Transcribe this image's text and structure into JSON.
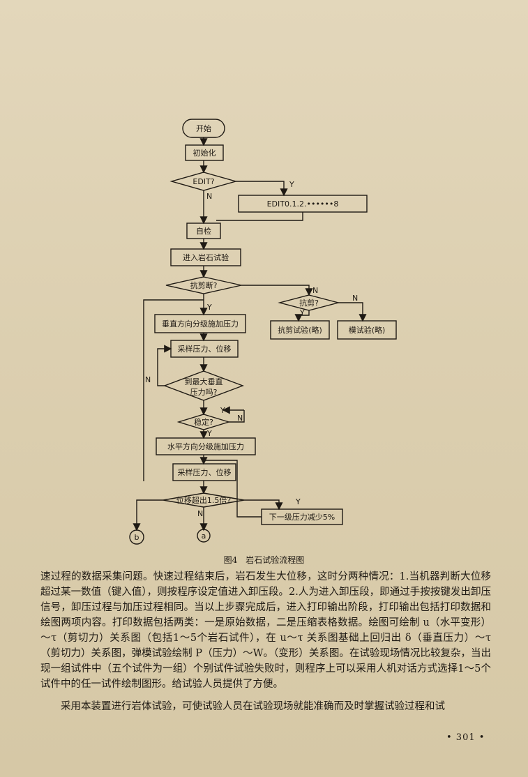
{
  "flowchart": {
    "caption": "图4　岩石试验流程图",
    "nodes": [
      {
        "id": "start",
        "text": "开始"
      },
      {
        "id": "init",
        "text": "初始化"
      },
      {
        "id": "edit",
        "text": "EDIT?"
      },
      {
        "id": "editbox",
        "text": "EDIT0.1.2.••••••8"
      },
      {
        "id": "selfcheck",
        "text": "自检"
      },
      {
        "id": "enter",
        "text": "进入岩石试验"
      },
      {
        "id": "shearbreak",
        "text": "抗剪断?"
      },
      {
        "id": "shear",
        "text": "抗剪?"
      },
      {
        "id": "sheartest",
        "text": "抗剪试验(略)"
      },
      {
        "id": "modtest",
        "text": "模试验(略)"
      },
      {
        "id": "vertload",
        "text": "垂直方向分级施加压力"
      },
      {
        "id": "sample1",
        "text": "采样压力、位移"
      },
      {
        "id": "maxvert",
        "text": "到最大垂直"
      },
      {
        "id": "maxvert2",
        "text": "压力吗?"
      },
      {
        "id": "stable",
        "text": "稳定?"
      },
      {
        "id": "horizload",
        "text": "水平方向分级施加压力"
      },
      {
        "id": "sample2",
        "text": "采样压力、位移"
      },
      {
        "id": "exceed",
        "text": "位移超出1.5倍?"
      },
      {
        "id": "reduce",
        "text": "下一级压力减少5%"
      },
      {
        "id": "conn_b",
        "text": "b"
      },
      {
        "id": "conn_a",
        "text": "a"
      }
    ],
    "labels": {
      "Y": "Y",
      "N": "N"
    }
  },
  "body": {
    "paragraph1": "速过程的数据采集问题。快速过程结束后，岩石发生大位移，这时分两种情况：1.当机器判断大位移超过某一数值（键入值），则按程序设定值进入卸压段。2.人为进入卸压段，即通过手按按键发出卸压信号，卸压过程与加压过程相同。当以上步骤完成后，进入打印输出阶段，打印输出包括打印数据和绘图两项内容。打印数据包括两类：一是原始数据，二是压缩表格数据。绘图可绘制 u（水平变形）～τ（剪切力）关系图（包括1～5个岩石试件），在 u～τ 关系图基础上回归出 δ（垂直压力）～τ（剪切力）关系图，弹模试验绘制 P（压力）～W。（变形）关系图。在试验现场情况比较复杂，当出现一组试件中（五个试件为一组）个别试件试验失败时，则程序上可以采用人机对话方式选择1～5个试件中的任一试件绘制图形。给试验人员提供了方便。",
    "paragraph2": "采用本装置进行岩体试验，可使试验人员在试验现场就能准确而及时掌握试验过程和试"
  },
  "page_number": "• 301 •"
}
